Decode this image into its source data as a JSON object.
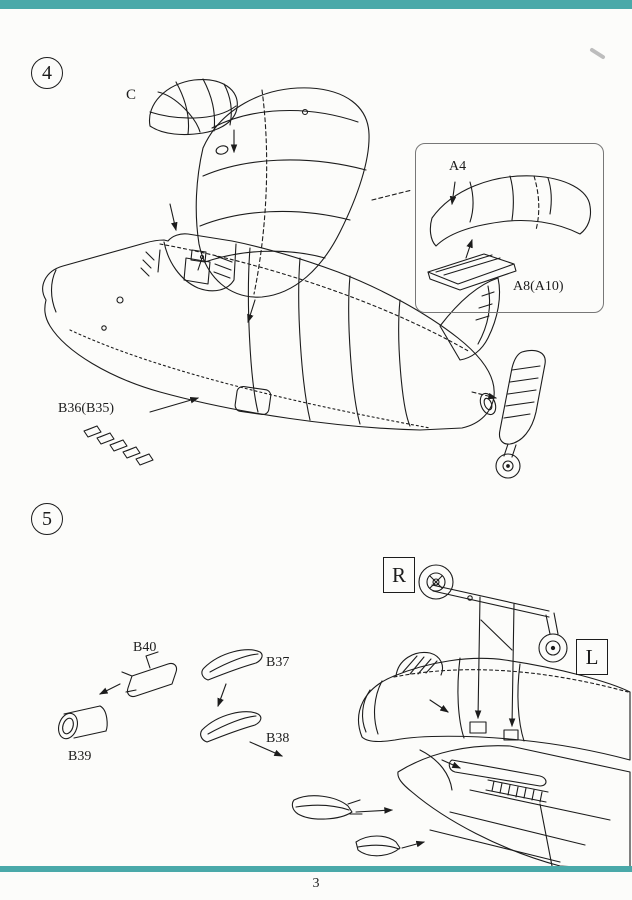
{
  "page": {
    "number": "3"
  },
  "colors": {
    "border": "#4aa9a9",
    "ink": "#1c1c1c"
  },
  "step4": {
    "number": "4",
    "canopy_label": "C",
    "exhaust_label": "B36(B35)",
    "inset": {
      "wing_label": "A4",
      "tray_label": "A8(A10)"
    }
  },
  "step5": {
    "number": "5",
    "marker_right": "R",
    "marker_left": "L",
    "part_b40": "B40",
    "part_b37": "B37",
    "part_b39": "B39",
    "part_b38": "B38"
  }
}
